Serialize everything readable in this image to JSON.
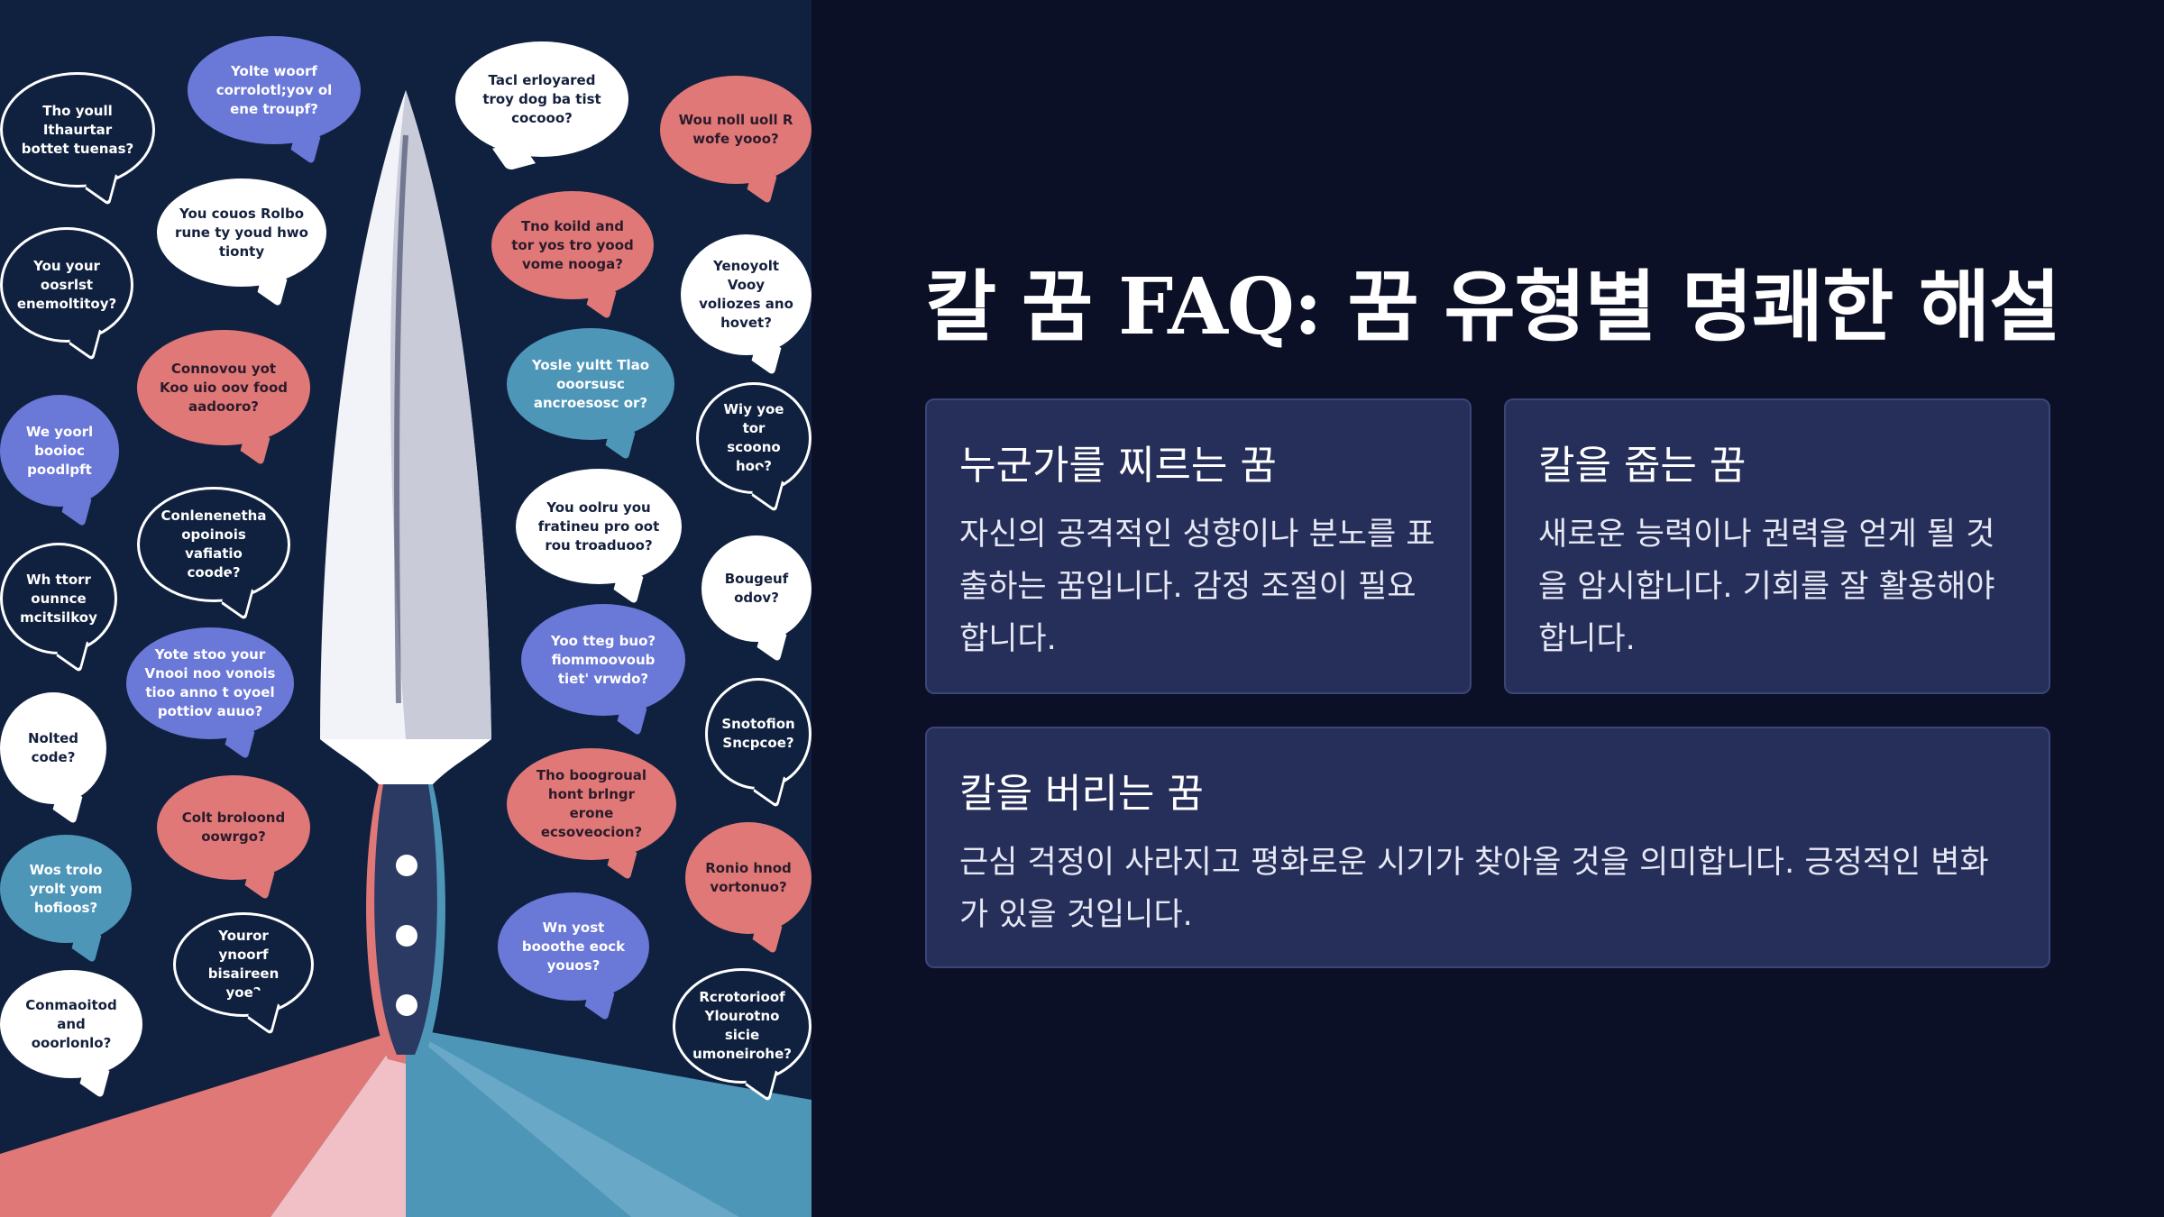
{
  "slide": {
    "title": "칼 꿈 FAQ: 꿈 유형별 명쾌한 해설",
    "cards": [
      {
        "heading": "누군가를 찌르는 꿈",
        "body": "자신의 공격적인 성향이나 분노를 표출하는 꿈입니다. 감정 조절이 필요합니다."
      },
      {
        "heading": "칼을 줍는 꿈",
        "body": "새로운 능력이나 권력을 얻게 될 것을 암시합니다. 기회를 잘 활용해야 합니다."
      },
      {
        "heading": "칼을 버리는 꿈",
        "body": "근심 걱정이 사라지고 평화로운 시기가 찾아올 것을 의미합니다. 긍정적인 변화가 있을 것입니다."
      }
    ]
  },
  "illustration": {
    "icon": "knife-illustration",
    "colors": {
      "background": "#10213f",
      "blade": "#f2f3f8",
      "handle_pink": "#e07878",
      "handle_teal": "#4e96b8",
      "bubble_blue": "#6a78d8",
      "bubble_pink": "#e07878",
      "bubble_teal": "#4e96b8",
      "bubble_white": "#ffffff"
    },
    "bubbles": [
      "Yolte woorf corrolotl;yov ol ene troupf?",
      "Tacl erloyared troy dog ba tist cocooo?",
      "Wou noll uoll R wofe yooo?",
      "Tho youll Ithaurtar bottet tuenas?",
      "You couos Rolbo rune ty youd hwo tionty",
      "Tno koild and tor yos tro yood vome nooga?",
      "You your oosrlst enemoltitoy?",
      "Yenoyolt Vooy voliozes ano hovet?",
      "Connovou yot Koo uio oov food aadooro?",
      "Yosle yultt Tlao ooorsusc ancroesosc or?",
      "We yoorl booioc poodlpft",
      "Wiy yoe tor scoono hoo?",
      "Conlenenetha opoinois vafiatio coode?",
      "You oolru you fratineu pro oot rou troaduoo?",
      "Wh ttorr ounnce mcitsilkoy",
      "Bougeuf odov?",
      "Yote stoo your Vnooi noo vonois tioo anno t oyoel pottiov auuo?",
      "Yoo tteg buo? fiommoovoub tiet' vrwdo?",
      "Nolted code?",
      "Snotofion Sncpcoe?",
      "Colt broloond oowrgo?",
      "Tho boogroual hont brlngr erone ecsoveocion?",
      "Wos trolo yrolt yom hofioos?",
      "Ronio hnod vortonuo?",
      "Youror ynoorf bisaireen yoe?",
      "Wn yost booothe eock youos?",
      "Conmaoitod and ooorlonlo?",
      "Rcrotorioof Ylourotno sicie umoneirohe?"
    ]
  }
}
